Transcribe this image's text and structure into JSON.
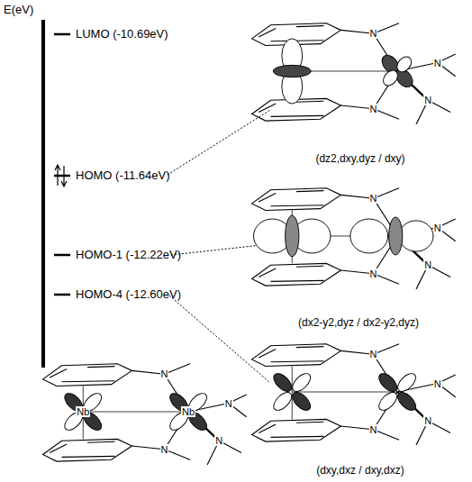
{
  "diagram": {
    "labels": [
      "E(eV)",
      "LUMO (-10.69eV)",
      "HOMO (-11.64eV)",
      "HOMO-1 (-12.22eV)",
      "HOMO-4 (-12.60eV)",
      "(dz2,dxy,dyz / dxy)",
      "(dx2-y2,dyz / dx2-y2,dyz)",
      "(dxy,dxz / dxy,dxz)",
      "N",
      "N",
      "N",
      "N",
      "N",
      "N",
      "N",
      "N",
      "N",
      "N",
      "N",
      "N",
      "N",
      "Nb",
      "Nb",
      "N",
      "N",
      "N"
    ]
  }
}
